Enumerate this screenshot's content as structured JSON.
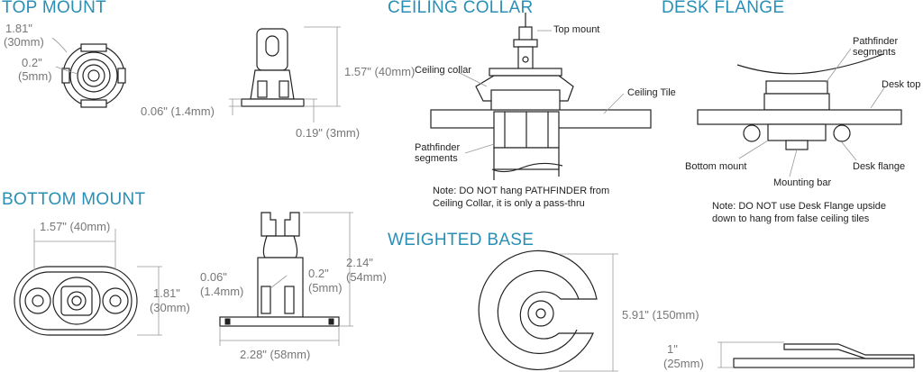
{
  "sections": {
    "top_mount": "TOP MOUNT",
    "ceiling_collar": "CEILING COLLAR",
    "desk_flange": "DESK FLANGE",
    "bottom_mount": "BOTTOM MOUNT",
    "weighted_base": "WEIGHTED BASE"
  },
  "top_mount": {
    "dim_a_in": "1.81\"",
    "dim_a_mm": "(30mm)",
    "dim_b_in": "0.2\"",
    "dim_b_mm": "(5mm)",
    "height": "1.57\" (40mm)",
    "flange": "0.06\" (1.4mm)",
    "base": "0.19\" (3mm)"
  },
  "ceiling_collar": {
    "top_mount": "Top mount",
    "collar": "Ceiling collar",
    "tile": "Ceiling Tile",
    "segments_1": "Pathfinder",
    "segments_2": "segments",
    "note_1": "Note: DO NOT hang PATHFINDER from",
    "note_2": "Ceiling Collar, it is only a pass-thru"
  },
  "desk_flange": {
    "segments_1": "Pathfinder",
    "segments_2": "segments",
    "desk_top": "Desk top",
    "bottom_mount": "Bottom mount",
    "mounting_bar": "Mounting bar",
    "flange": "Desk flange",
    "note_1": "Note: DO NOT use Desk Flange upside",
    "note_2": "down to hang from false ceiling tiles"
  },
  "bottom_mount": {
    "width": "1.57\" (40mm)",
    "height_in": "1.81\"",
    "height_mm": "(30mm)",
    "flange_in": "0.06\"",
    "flange_mm": "(1.4mm)",
    "slot_in": "0.2\"",
    "slot_mm": "(5mm)",
    "total_in": "2.14\"",
    "total_mm": "(54mm)",
    "base_width": "2.28\" (58mm)"
  },
  "weighted_base": {
    "diameter": "5.91\" (150mm)",
    "thickness_in": "1\"",
    "thickness_mm": "(25mm)"
  }
}
